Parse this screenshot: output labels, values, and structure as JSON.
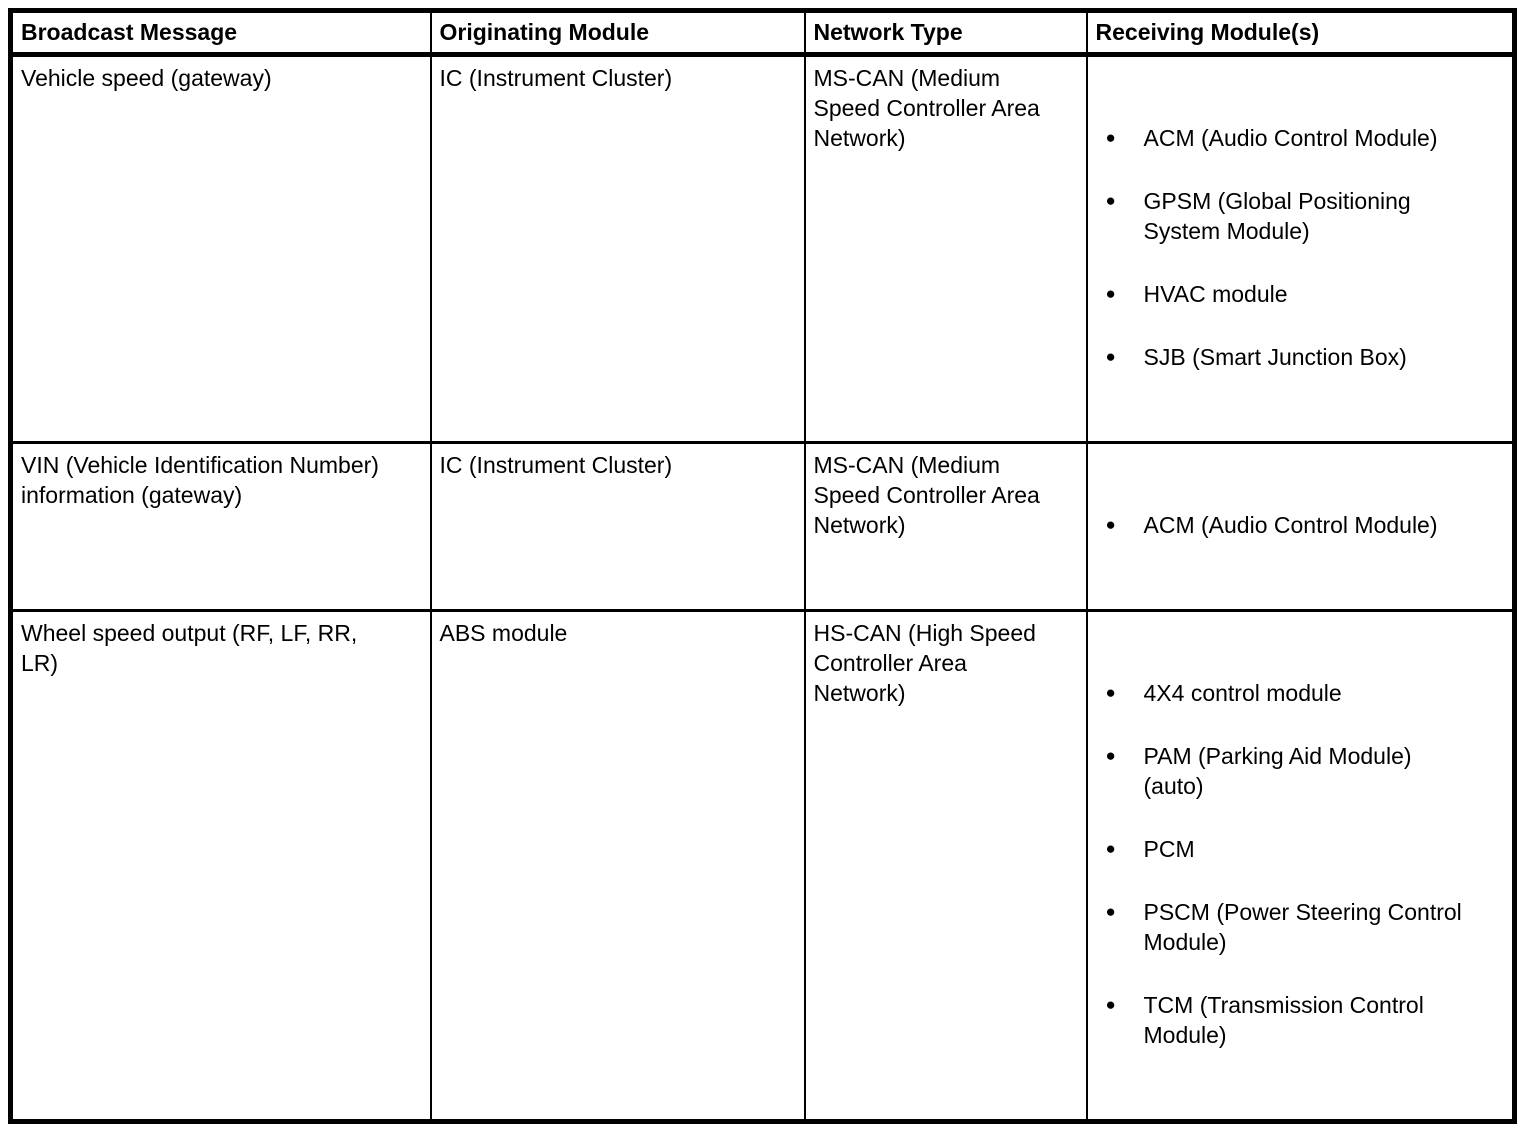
{
  "colors": {
    "border": "#000000",
    "text": "#000000",
    "background": "#ffffff"
  },
  "icons": {
    "bullet": "●"
  },
  "table": {
    "columns": [
      "Broadcast Message",
      "Originating Module",
      "Network Type",
      "Receiving Module(s)"
    ],
    "rows": [
      {
        "broadcast_message": "Vehicle speed (gateway)",
        "originating_module": "IC (Instrument Cluster)",
        "network_type": "MS-CAN (Medium\nSpeed Controller Area\nNetwork)",
        "receiving_modules": [
          "ACM (Audio Control Module)",
          "GPSM (Global Positioning\nSystem Module)",
          "HVAC module",
          "SJB (Smart Junction Box)"
        ]
      },
      {
        "broadcast_message": "VIN (Vehicle Identification Number)\ninformation (gateway)",
        "originating_module": "IC (Instrument Cluster)",
        "network_type": "MS-CAN (Medium\nSpeed Controller Area\nNetwork)",
        "receiving_modules": [
          "ACM (Audio Control Module)"
        ]
      },
      {
        "broadcast_message": "Wheel speed output (RF, LF, RR,\nLR)",
        "originating_module": "ABS module",
        "network_type": "HS-CAN (High Speed\nController Area\nNetwork)",
        "receiving_modules": [
          "4X4 control module",
          "PAM (Parking Aid Module)\n(auto)",
          "PCM",
          "PSCM (Power Steering Control\nModule)",
          "TCM (Transmission Control\nModule)"
        ]
      }
    ]
  }
}
